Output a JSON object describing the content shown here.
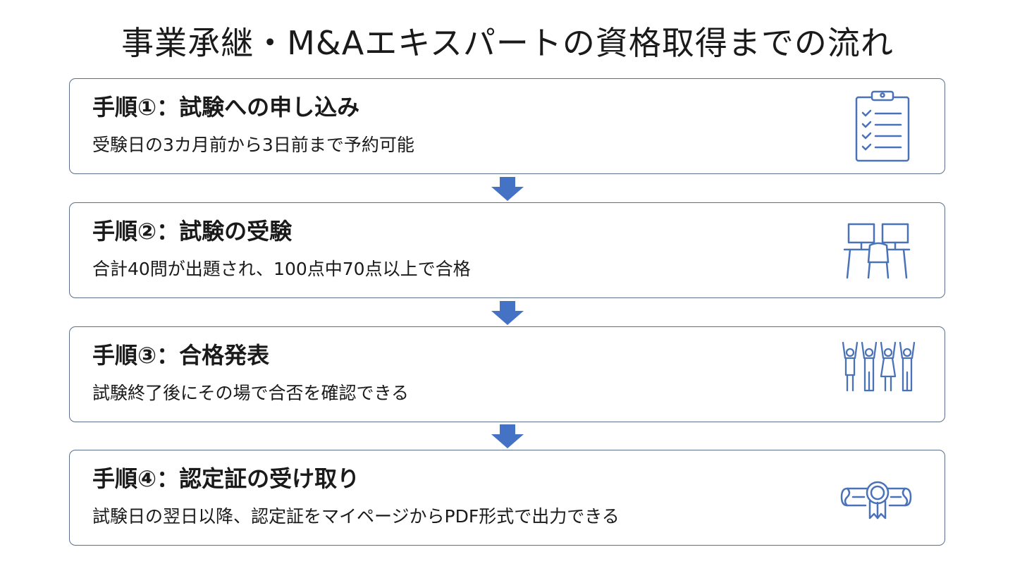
{
  "title": "事業承継・M&Aエキスパートの資格取得までの流れ",
  "colors": {
    "border": "#5b6f8c",
    "icon": "#4a72b8",
    "arrow": "#4472c4",
    "text": "#1a1a1a"
  },
  "steps": [
    {
      "title": "手順①：試験への申し込み",
      "description": "受験日の3カ月前から3日前まで予約可能",
      "icon": "clipboard-checklist-icon"
    },
    {
      "title": "手順②：試験の受験",
      "description": "合計40問が出題され、100点中70点以上で合格",
      "icon": "computer-desk-icon"
    },
    {
      "title": "手順③：合格発表",
      "description": "試験終了後にその場で合否を確認できる",
      "icon": "celebrating-people-icon"
    },
    {
      "title": "手順④：認定証の受け取り",
      "description": "試験日の翌日以降、認定証をマイページからPDF形式で出力できる",
      "icon": "certificate-diploma-icon"
    }
  ]
}
